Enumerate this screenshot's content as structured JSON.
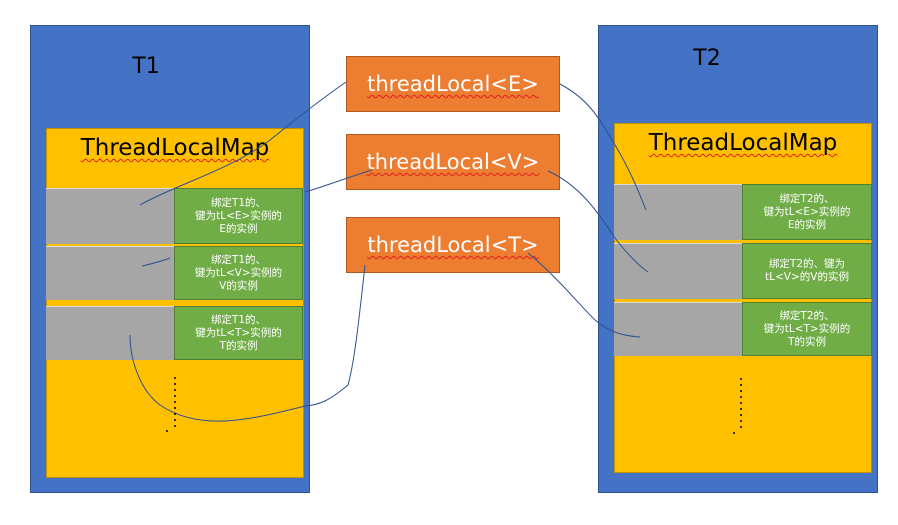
{
  "threads": [
    {
      "title": "T1",
      "map_title": "ThreadLocalMap",
      "entries": [
        "绑定T1的、\n键为tL<E>实例的\nE的实例",
        "绑定T1的、\n键为tL<V>实例的\nV的实例",
        "绑定T1的、\n键为tL<T>实例的\nT的实例"
      ]
    },
    {
      "title": "T2",
      "map_title": "ThreadLocalMap",
      "entries": [
        "绑定T2的、\n键为tL<E>实例的\nE的实例",
        "绑定T2的、键为\ntL<V>的V的实例",
        "绑定T2的、\n键为tL<T>实例的\nT的实例"
      ]
    }
  ],
  "thread_locals": [
    "threadLocal<E>",
    "threadLocal<V>",
    "threadLocal<T>"
  ],
  "colors": {
    "thread": "#4472c4",
    "map": "#ffc000",
    "key_slot": "#a6a6a6",
    "value_slot": "#70ad47",
    "thread_local": "#ed7d31",
    "connector": "#2f4f8f"
  }
}
